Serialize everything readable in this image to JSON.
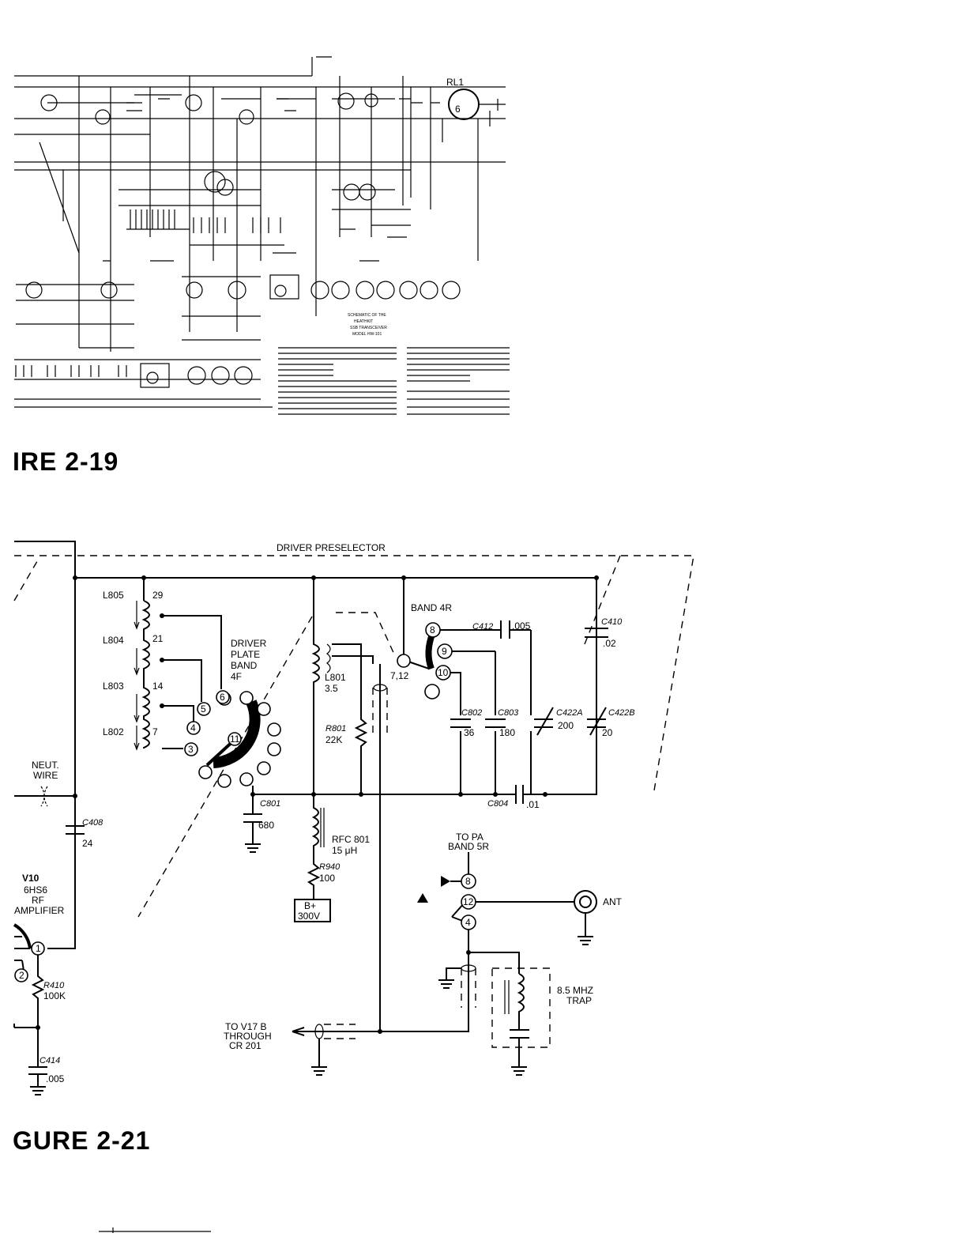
{
  "figures": {
    "top_caption": "IRE 2-19",
    "bottom_caption": "GURE 2-21"
  },
  "top_schematic": {
    "relay_label": "RL1",
    "relay_pin": "6",
    "title_lines": [
      "SCHEMATIC OF THE",
      "HEATHKIT",
      "SSB TRANSCEIVER",
      "MODEL HW-101"
    ]
  },
  "bottom_schematic": {
    "section_label": "DRIVER PRESELECTOR",
    "band_4r": "BAND 4R",
    "driver_plate": [
      "DRIVER",
      "PLATE",
      "BAND",
      "4F"
    ],
    "coils": [
      {
        "name": "L805",
        "value": "29"
      },
      {
        "name": "L804",
        "value": "21"
      },
      {
        "name": "L803",
        "value": "14"
      },
      {
        "name": "L802",
        "value": "7"
      }
    ],
    "switch_pins": [
      "3",
      "4",
      "5",
      "6",
      "11"
    ],
    "band_pins": [
      "8",
      "9",
      "10",
      "7,12"
    ],
    "l801": {
      "name": "L801",
      "value": "3.5"
    },
    "r801": {
      "name": "R801",
      "value": "22K"
    },
    "c412": {
      "name": "C412",
      "value": ".005"
    },
    "c410": {
      "name": "C410",
      "value": ".02"
    },
    "c802": {
      "name": "C802",
      "value": "36"
    },
    "c803": {
      "name": "C803",
      "value": "180"
    },
    "c422a": {
      "name": "C422A",
      "value": "200"
    },
    "c422b": {
      "name": "C422B",
      "value": "20"
    },
    "c804": {
      "name": "C804",
      "value": ".01"
    },
    "c801": {
      "name": "C801",
      "value": "680"
    },
    "c408": {
      "name": "C408",
      "value": "24"
    },
    "neut_wire": [
      "NEUT.",
      "WIRE"
    ],
    "rfc801": {
      "name": "RFC 801",
      "value": "15 μH"
    },
    "r940": {
      "name": "R940",
      "value": "100"
    },
    "b_plus": [
      "B+",
      "300V"
    ],
    "v10": {
      "name": "V10",
      "tube": "6HS6",
      "desc": [
        "RF",
        "AMPLIFIER"
      ]
    },
    "v10_pins": [
      "1",
      "2"
    ],
    "r410": {
      "name": "R410",
      "value": "100K"
    },
    "c414": {
      "name": "C414",
      "value": ".005"
    },
    "to_pa": [
      "TO PA",
      "BAND 5R"
    ],
    "pa_pins": [
      "8",
      "12",
      "4"
    ],
    "ant": "ANT",
    "trap": [
      "8.5 MHZ",
      "TRAP"
    ],
    "to_v17b": [
      "TO V17 B",
      "THROUGH",
      "CR 201"
    ]
  }
}
